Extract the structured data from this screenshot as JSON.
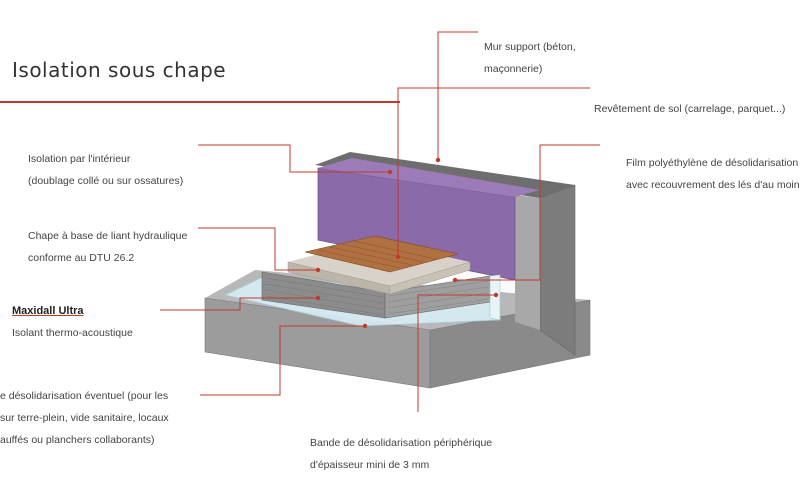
{
  "title": "Isolation sous chape",
  "colors": {
    "accent": "#c0392b",
    "insulation": "#8a6aa8",
    "wood": "#b07040",
    "concrete": "#9a9a9a",
    "film": "#d8eef5"
  },
  "labels": {
    "mur_support": {
      "line1": "Mur support (béton,",
      "line2": "maçonnerie)"
    },
    "revetement": {
      "line1": "Revêtement de sol (carrelage, parquet...)"
    },
    "film": {
      "line1": "Film polyéthylène de désolidarisation",
      "line2": "avec recouvrement des lés d'au moins"
    },
    "isolation_interieur": {
      "line1": "Isolation par l'intérieur",
      "line2": "(doublage collé ou sur ossatures)"
    },
    "chape": {
      "line1": "Chape à base de liant hydraulique",
      "line2": "conforme au DTU 26.2"
    },
    "maxidall": {
      "name": "Maxidall Ultra",
      "desc": "Isolant thermo-acoustique"
    },
    "desolidarisation": {
      "line1": "e désolidarisation éventuel (pour les",
      "line2": "sur terre-plein, vide sanitaire, locaux",
      "line3": "auffés ou planchers collaborants)"
    },
    "bande": {
      "line1": "Bande de désolidarisation périphérique",
      "line2": "d'épaisseur mini de 3 mm"
    }
  }
}
